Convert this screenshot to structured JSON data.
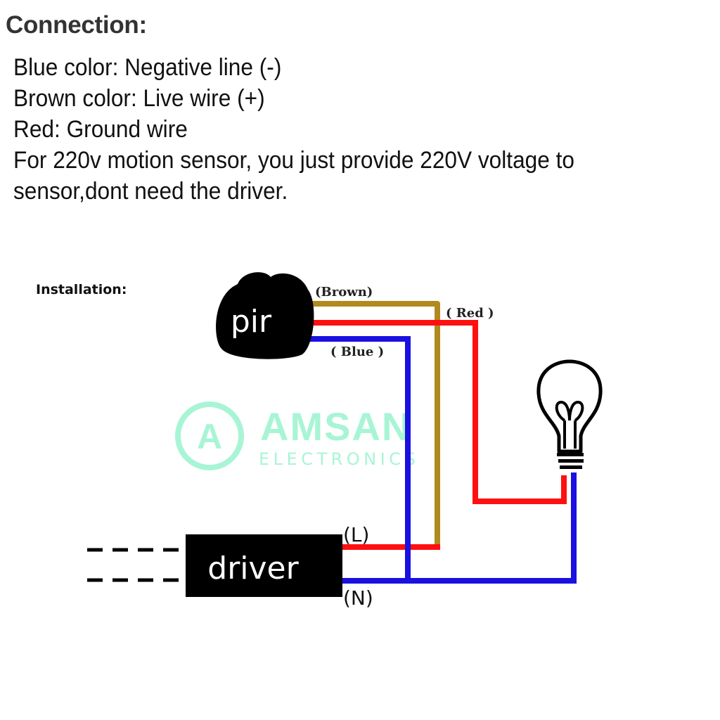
{
  "heading": "Connection:",
  "notes": [
    "Blue color: Negative line (-)",
    "Brown color: Live wire (+)",
    "Red: Ground wire",
    "For 220v motion sensor, you just provide 220V voltage to",
    "sensor,dont need the driver."
  ],
  "diagram": {
    "section_label": "Installation:",
    "sensor_label": "pir",
    "driver_label": "driver",
    "wire_labels": {
      "brown": "(Brown)",
      "red": "( Red )",
      "blue": "( Blue )"
    },
    "terminal_labels": {
      "live": "(L)",
      "neutral": "(N)"
    },
    "watermark": {
      "logo_letter": "A",
      "brand": "AMSAN",
      "sub": "ELECTRONICS"
    },
    "colors": {
      "brown": "#b08a1e",
      "red": "#ff1010",
      "blue": "#1a10e0",
      "watermark": "#a8f5d5"
    }
  }
}
